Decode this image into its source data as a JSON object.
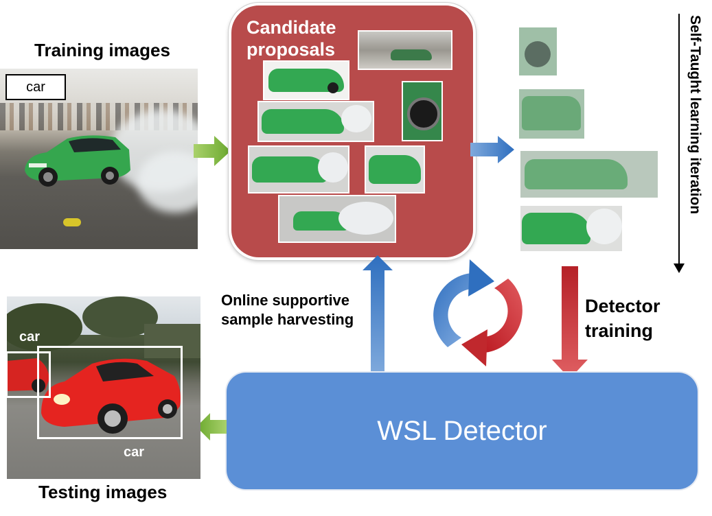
{
  "training": {
    "title": "Training images",
    "label": "car"
  },
  "proposals": {
    "title_line1": "Candidate",
    "title_line2": "proposals"
  },
  "iteration": {
    "label": "Self-Taught learning iteration"
  },
  "online": {
    "line1": "Online supportive",
    "line2": "sample harvesting"
  },
  "detector_training": {
    "line1": "Detector",
    "line2": "training"
  },
  "detector": {
    "label": "WSL Detector"
  },
  "testing": {
    "title": "Testing images",
    "label_top": "car",
    "label_bottom": "car"
  },
  "colors": {
    "panel_red": "#b84b4b",
    "detector_blue": "#5b8fd6",
    "arrow_green": "#7cb342",
    "arrow_blue": "#3d7cc9",
    "arrow_red": "#c0282d",
    "car_green": "#33a852"
  }
}
